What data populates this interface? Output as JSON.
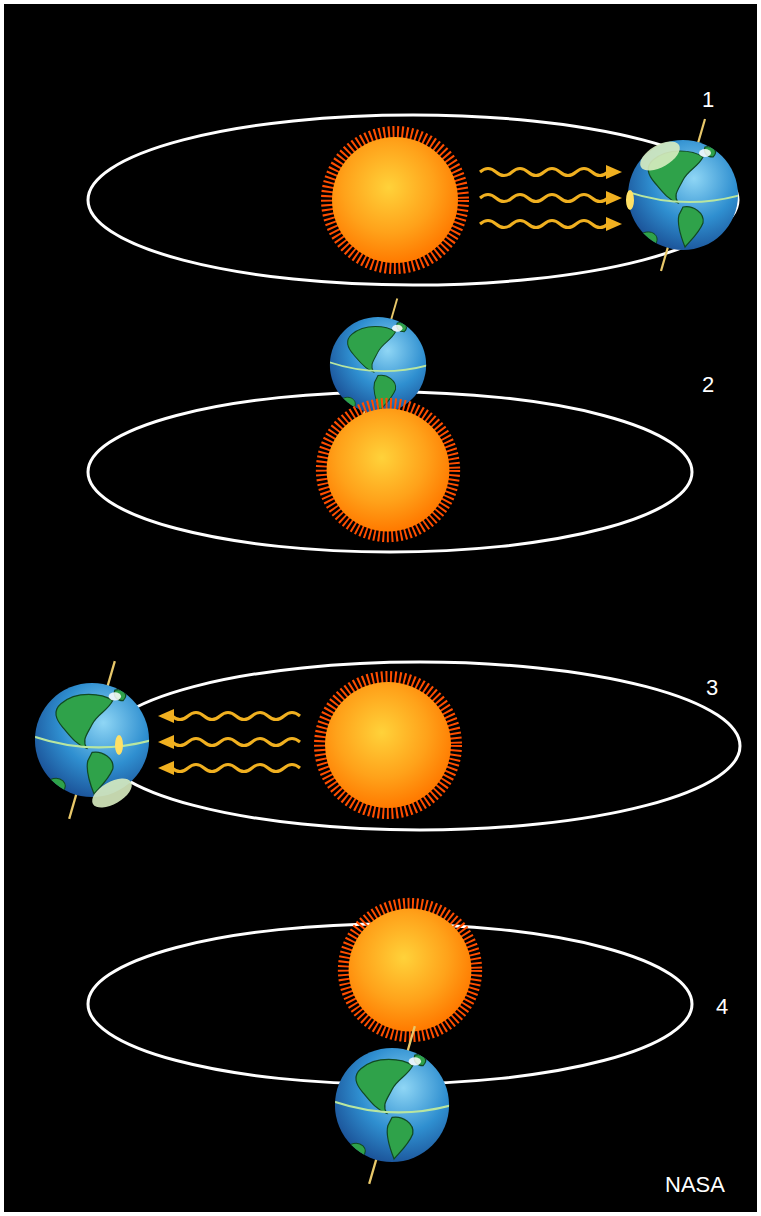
{
  "diagram": {
    "labels": [
      "1",
      "2",
      "3",
      "4",
      "NASA"
    ]
  }
}
